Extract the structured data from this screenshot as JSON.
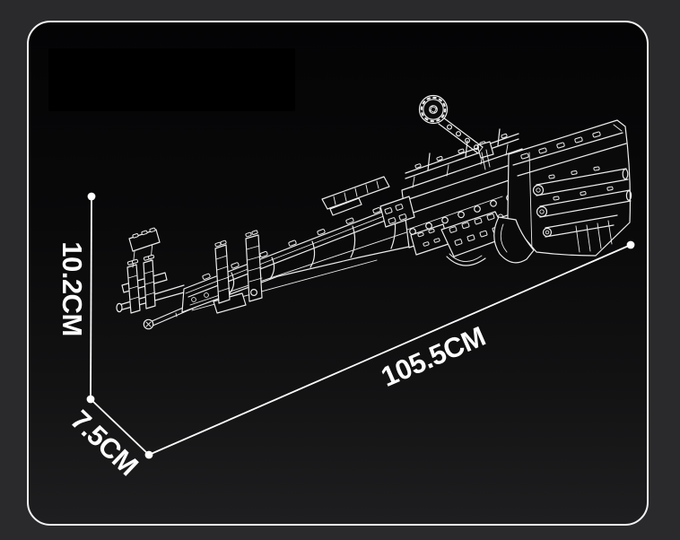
{
  "illustration": {
    "name": "brick-built-rifle-line-art",
    "description": "White wireframe line drawing of a LEGO-Technic style bolt-action rifle model on a black card"
  },
  "dimensions": {
    "height": "10.2CM",
    "depth": "7.5CM",
    "length": "105.5CM"
  },
  "colors": {
    "page_bg": "#2a2a2c",
    "card_bg_top": "#040405",
    "card_bg_bottom": "#1e1e20",
    "card_border": "#f2f2f2",
    "line_art": "#ececec",
    "label_text": "#ffffff"
  }
}
